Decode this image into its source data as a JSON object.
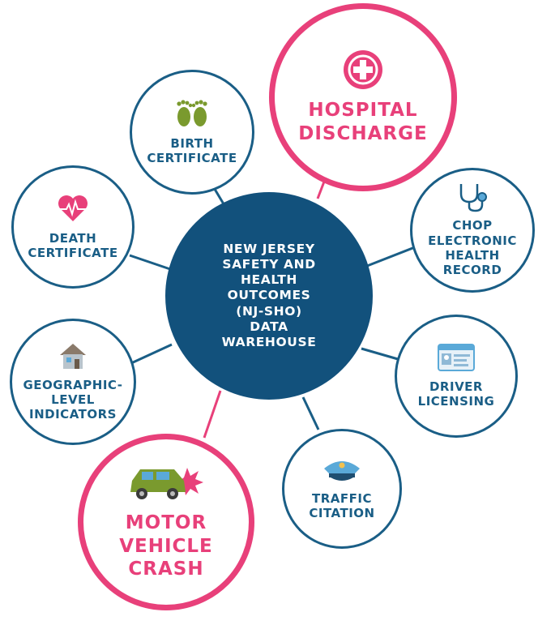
{
  "hub": {
    "lines": [
      "NEW JERSEY",
      "SAFETY AND",
      "HEALTH",
      "OUTCOMES",
      "(NJ-SHO)",
      "DATA",
      "WAREHOUSE"
    ]
  },
  "sources": {
    "hospital_discharge": {
      "lines": [
        "HOSPITAL",
        "DISCHARGE"
      ],
      "icon": "medical-cross-icon"
    },
    "birth_certificate": {
      "lines": [
        "BIRTH",
        "CERTIFICATE"
      ],
      "icon": "footprints-icon"
    },
    "death_certificate": {
      "lines": [
        "DEATH",
        "CERTIFICATE"
      ],
      "icon": "heart-pulse-icon"
    },
    "geographic_indicators": {
      "lines": [
        "GEOGRAPHIC-",
        "LEVEL",
        "INDICATORS"
      ],
      "icon": "house-icon"
    },
    "motor_vehicle_crash": {
      "lines": [
        "MOTOR",
        "VEHICLE",
        "CRASH"
      ],
      "icon": "car-crash-icon"
    },
    "traffic_citation": {
      "lines": [
        "TRAFFIC",
        "CITATION"
      ],
      "icon": "police-cap-icon"
    },
    "driver_licensing": {
      "lines": [
        "DRIVER",
        "LICENSING"
      ],
      "icon": "id-card-icon"
    },
    "chop_ehr": {
      "lines": [
        "CHOP",
        "ELECTRONIC",
        "HEALTH",
        "RECORD"
      ],
      "icon": "stethoscope-icon"
    }
  },
  "colors": {
    "hub_fill": "#12517c",
    "blue_accent": "#1a5e86",
    "pink_accent": "#e8407a",
    "icon_green": "#7a9a2e",
    "icon_blue": "#5aa9d8"
  }
}
